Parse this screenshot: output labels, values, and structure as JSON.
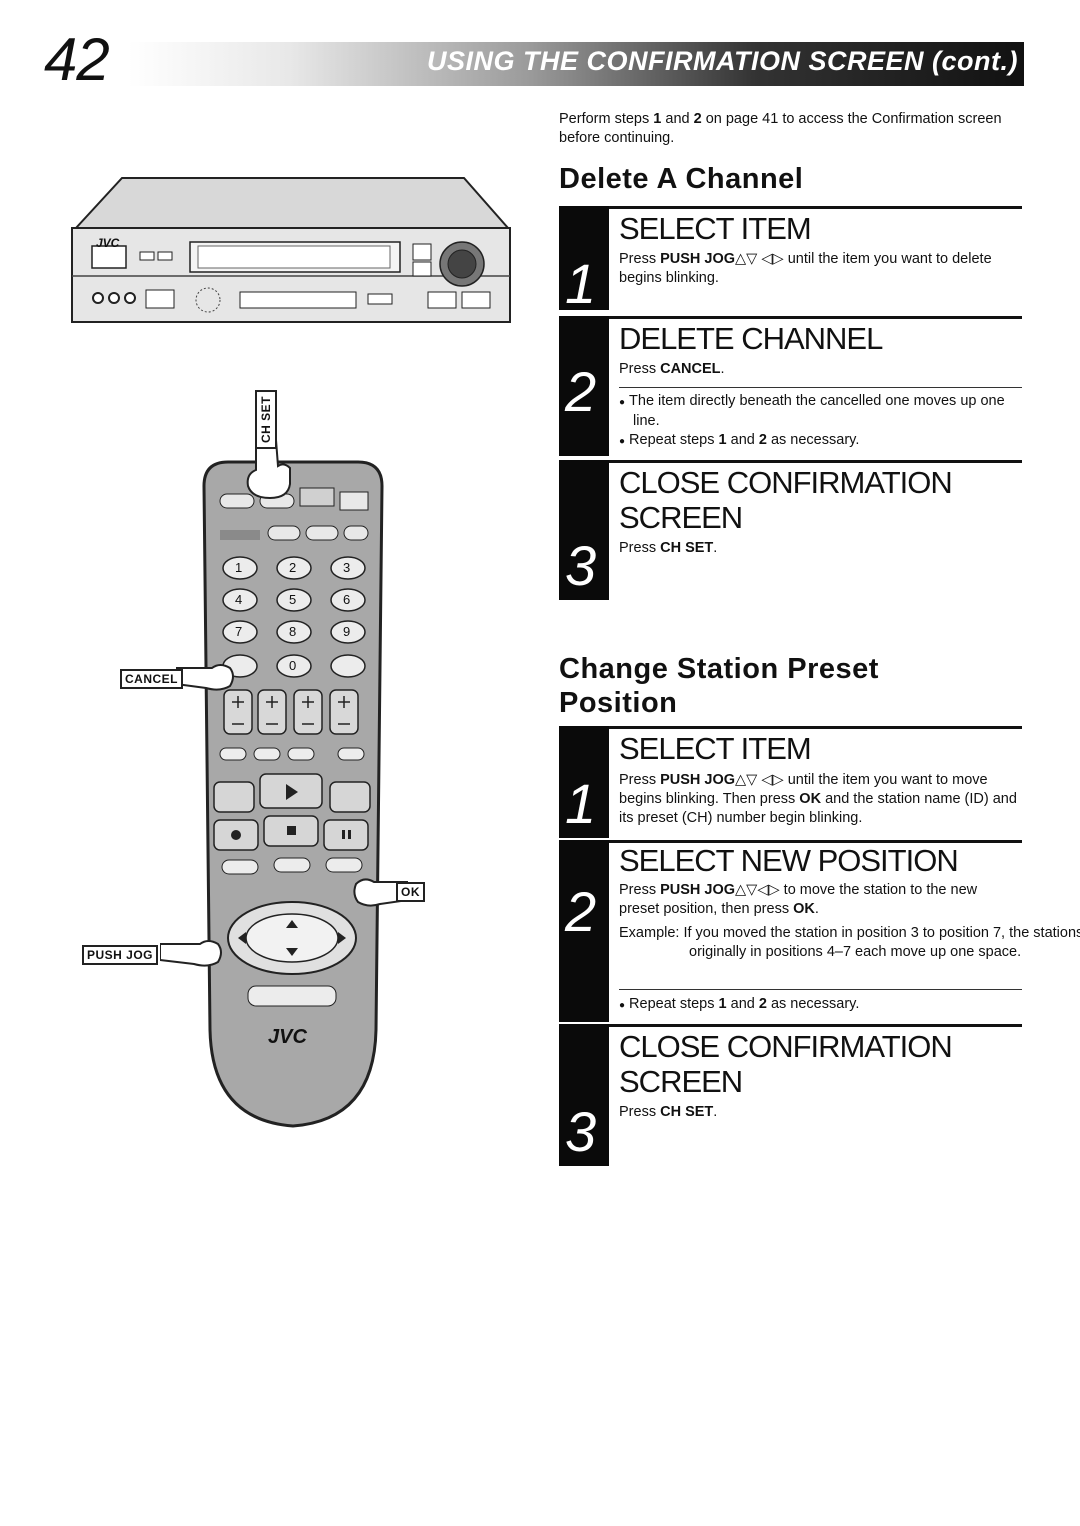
{
  "page": {
    "number": "42",
    "header_title": "USING THE CONFIRMATION SCREEN (cont.)"
  },
  "intro": {
    "p1": "Perform steps ",
    "b1": "1",
    "p2": " and ",
    "b2": "2",
    "p3": " on page 41 to access the Confirmation screen before continuing."
  },
  "delete": {
    "title": "Delete A Channel",
    "steps": [
      {
        "num": "1",
        "heading": "SELECT ITEM",
        "t1": "Press ",
        "b1": "PUSH JOG",
        "sym": "△▽ ◁▷",
        "t2": " until the item you want to delete begins blinking."
      },
      {
        "num": "2",
        "heading": "DELETE CHANNEL",
        "t1": "Press ",
        "b1": "CANCEL",
        "t2": ".",
        "bullet1": "The item directly beneath the cancelled one moves up one line.",
        "bullet2a": "Repeat steps ",
        "bullet2b": "1",
        "bullet2c": " and ",
        "bullet2d": "2",
        "bullet2e": " as necessary."
      },
      {
        "num": "3",
        "heading1": "CLOSE CONFIRMATION",
        "heading2": "SCREEN",
        "t1": "Press ",
        "b1": "CH SET",
        "t2": "."
      }
    ]
  },
  "change": {
    "title1": "Change Station Preset",
    "title2": "Position",
    "steps": [
      {
        "num": "1",
        "heading": "SELECT ITEM",
        "t1": "Press ",
        "b1": "PUSH JOG",
        "sym": "△▽ ◁▷",
        "t2": " until the item you want to move begins blinking. Then press ",
        "b2": "OK",
        "t3": " and the station name (ID) and its preset (CH) number begin blinking."
      },
      {
        "num": "2",
        "heading": "SELECT NEW POSITION",
        "t1": "Press ",
        "b1": "PUSH JOG",
        "sym": "△▽◁▷",
        "t2": " to move the station to the new preset position, then press ",
        "b2": "OK",
        "t3": ".",
        "example": "Example: If you moved the station in position 3 to position 7, the stations originally in positions 4–7 each move up one space.",
        "bullet_a": "Repeat steps ",
        "bullet_b": "1",
        "bullet_c": " and ",
        "bullet_d": "2",
        "bullet_e": " as necessary."
      },
      {
        "num": "3",
        "heading1": "CLOSE CONFIRMATION",
        "heading2": "SCREEN",
        "t1": "Press ",
        "b1": "CH SET",
        "t2": "."
      }
    ]
  },
  "illustration": {
    "vcr_brand": "JVC",
    "remote_brand": "JVC",
    "callouts": {
      "ch_set": "CH SET",
      "cancel": "CANCEL",
      "ok": "OK",
      "push_jog": "PUSH JOG"
    },
    "keypad": [
      "1",
      "2",
      "3",
      "4",
      "5",
      "6",
      "7",
      "8",
      "9",
      "0"
    ]
  }
}
